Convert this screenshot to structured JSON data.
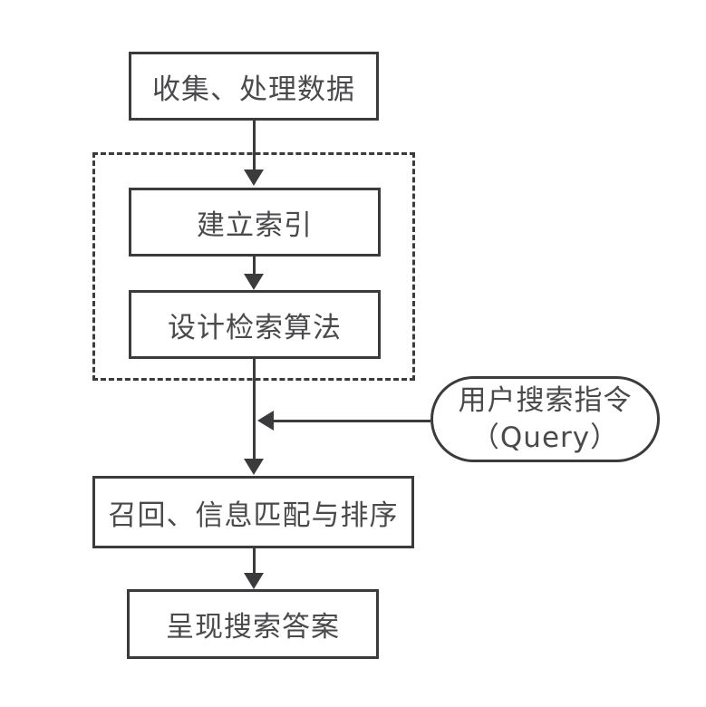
{
  "colors": {
    "line": "#3b3b3d",
    "text": "#4a4a4c",
    "background": "#ffffff"
  },
  "flowchart": {
    "nodes": {
      "collect": {
        "label": "收集、处理数据"
      },
      "index": {
        "label": "建立索引"
      },
      "algorithm": {
        "label": "设计检索算法"
      },
      "query": {
        "label_line1": "用户搜索指令",
        "label_line2": "（Query）"
      },
      "recall": {
        "label": "召回、信息匹配与排序"
      },
      "result": {
        "label": "呈现搜索答案"
      }
    }
  }
}
